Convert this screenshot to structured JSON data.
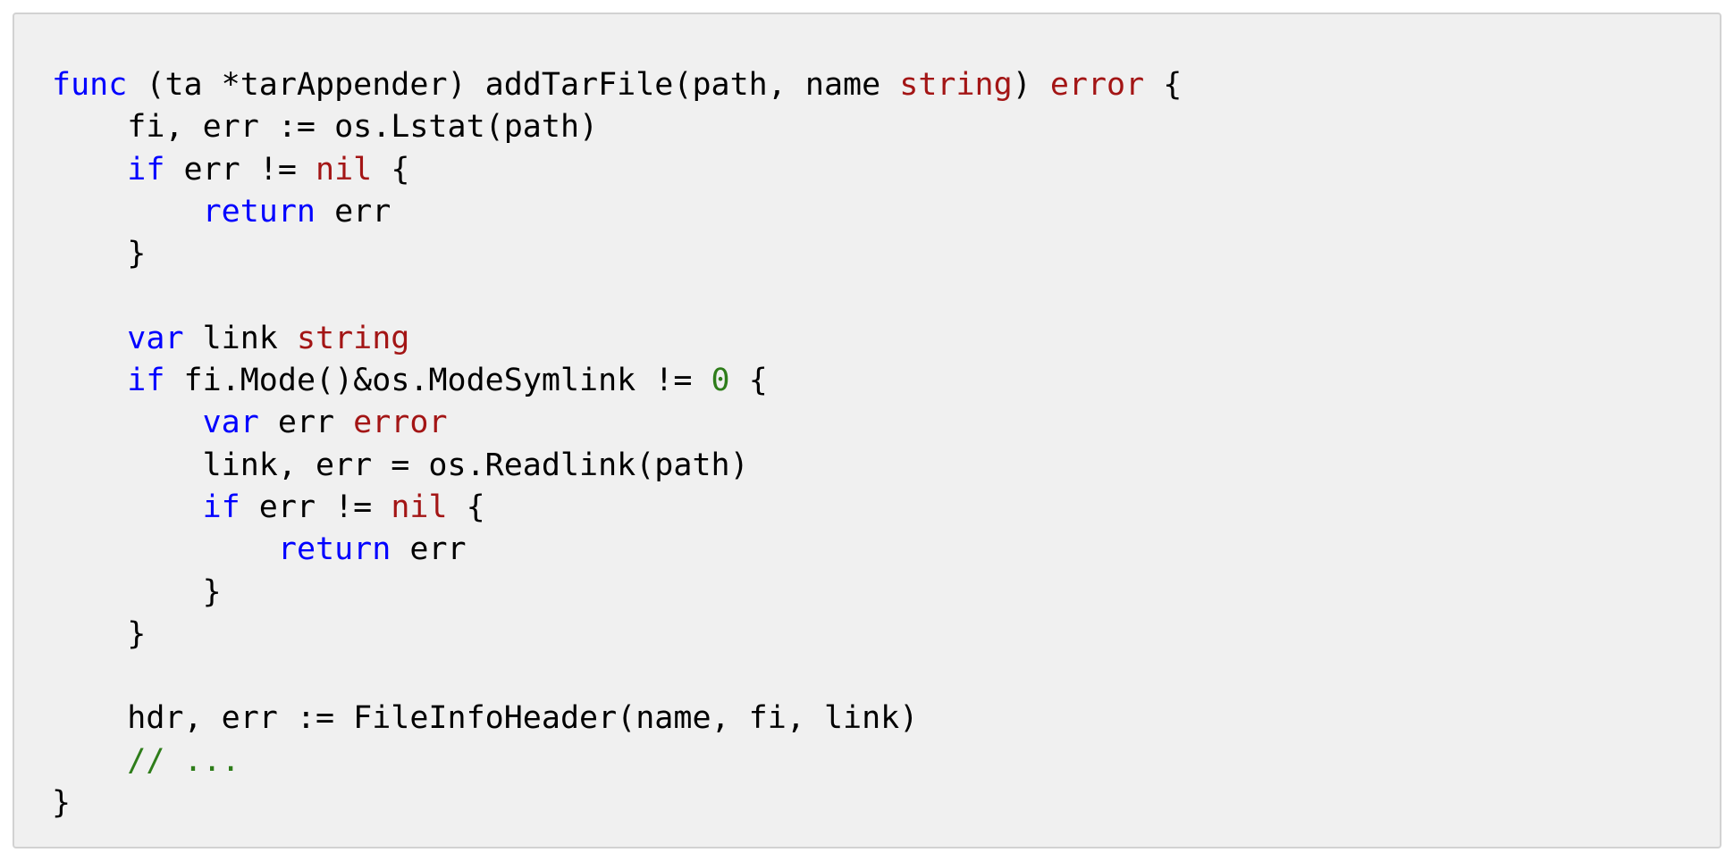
{
  "code_block": {
    "language": "go",
    "colors": {
      "background": "#f0f0f0",
      "border": "#d2d2d2",
      "keyword": "#0000ff",
      "type": "#a31515",
      "number": "#2e7d1a",
      "comment": "#2e7d1a",
      "plain": "#000000"
    },
    "lines": [
      [
        {
          "t": "kw",
          "v": "func"
        },
        {
          "t": "plain",
          "v": " (ta *tarAppender) addTarFile(path, name "
        },
        {
          "t": "type",
          "v": "string"
        },
        {
          "t": "plain",
          "v": ") "
        },
        {
          "t": "type",
          "v": "error"
        },
        {
          "t": "plain",
          "v": " {"
        }
      ],
      [
        {
          "t": "plain",
          "v": "    fi, err := os.Lstat(path)"
        }
      ],
      [
        {
          "t": "plain",
          "v": "    "
        },
        {
          "t": "kw",
          "v": "if"
        },
        {
          "t": "plain",
          "v": " err != "
        },
        {
          "t": "type",
          "v": "nil"
        },
        {
          "t": "plain",
          "v": " {"
        }
      ],
      [
        {
          "t": "plain",
          "v": "        "
        },
        {
          "t": "kw",
          "v": "return"
        },
        {
          "t": "plain",
          "v": " err"
        }
      ],
      [
        {
          "t": "plain",
          "v": "    }"
        }
      ],
      [],
      [
        {
          "t": "plain",
          "v": "    "
        },
        {
          "t": "kw",
          "v": "var"
        },
        {
          "t": "plain",
          "v": " link "
        },
        {
          "t": "type",
          "v": "string"
        }
      ],
      [
        {
          "t": "plain",
          "v": "    "
        },
        {
          "t": "kw",
          "v": "if"
        },
        {
          "t": "plain",
          "v": " fi.Mode()&os.ModeSymlink != "
        },
        {
          "t": "num",
          "v": "0"
        },
        {
          "t": "plain",
          "v": " {"
        }
      ],
      [
        {
          "t": "plain",
          "v": "        "
        },
        {
          "t": "kw",
          "v": "var"
        },
        {
          "t": "plain",
          "v": " err "
        },
        {
          "t": "type",
          "v": "error"
        }
      ],
      [
        {
          "t": "plain",
          "v": "        link, err = os.Readlink(path)"
        }
      ],
      [
        {
          "t": "plain",
          "v": "        "
        },
        {
          "t": "kw",
          "v": "if"
        },
        {
          "t": "plain",
          "v": " err != "
        },
        {
          "t": "type",
          "v": "nil"
        },
        {
          "t": "plain",
          "v": " {"
        }
      ],
      [
        {
          "t": "plain",
          "v": "            "
        },
        {
          "t": "kw",
          "v": "return"
        },
        {
          "t": "plain",
          "v": " err"
        }
      ],
      [
        {
          "t": "plain",
          "v": "        }"
        }
      ],
      [
        {
          "t": "plain",
          "v": "    }"
        }
      ],
      [],
      [
        {
          "t": "plain",
          "v": "    hdr, err := FileInfoHeader(name, fi, link)"
        }
      ],
      [
        {
          "t": "plain",
          "v": "    "
        },
        {
          "t": "comment",
          "v": "// ..."
        }
      ],
      [
        {
          "t": "plain",
          "v": "}"
        }
      ]
    ]
  }
}
